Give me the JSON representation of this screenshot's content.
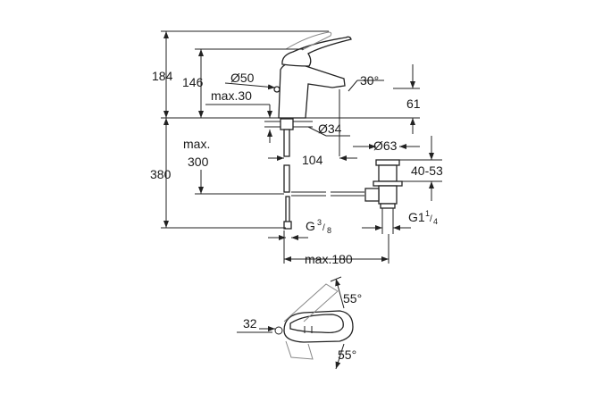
{
  "drawing": {
    "side_view": {
      "total_height": "184",
      "lever_height": "146",
      "body_diameter": "Ø50",
      "max_thickness": "max.30",
      "spout_angle": "30°",
      "spout_height": "61",
      "hole_diameter": "Ø34",
      "max_label": "max.",
      "max_value": "300",
      "spout_reach": "104",
      "under_height": "380",
      "drain_diameter": "Ø63",
      "drain_range": "40-53",
      "connection_small_prefix": "G",
      "connection_small_num": "3",
      "connection_small_den": "8",
      "connection_drain_prefix": "G1",
      "connection_drain_num": "1",
      "connection_drain_den": "4",
      "max_reach": "max.180"
    },
    "top_view": {
      "angle_back": "55°",
      "angle_front": "55°",
      "offset": "32"
    }
  }
}
